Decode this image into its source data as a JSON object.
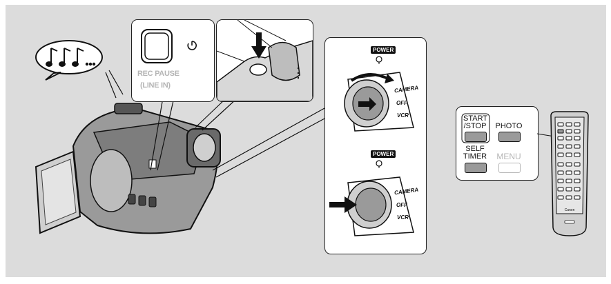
{
  "callout_pause": {
    "label_line1": "REC PAUSE",
    "label_line2": "(LINE IN)"
  },
  "callout_switch": {
    "power_top": "POWER",
    "power_bottom": "POWER",
    "positions": [
      "CAMERA",
      "OFF",
      "VCR"
    ],
    "positions_bottom": [
      "CAMERA",
      "OFF",
      "VCR"
    ]
  },
  "remote_panel": {
    "start_stop": [
      "START",
      "/STOP"
    ],
    "photo": "PHOTO",
    "self_timer": [
      "SELF",
      "TIMER"
    ],
    "menu": "MENU"
  },
  "remote_brand": "Canon",
  "colors": {
    "background": "#dcdcdc",
    "panel": "#ffffff",
    "button_grey": "#9a9a9a",
    "label_grey": "#b5b5b5",
    "camera_dark": "#555555"
  },
  "icons": [
    "beep-music-notes-icon",
    "self-timer-icon",
    "press-arrow-icon",
    "rotate-arrow-icon"
  ]
}
